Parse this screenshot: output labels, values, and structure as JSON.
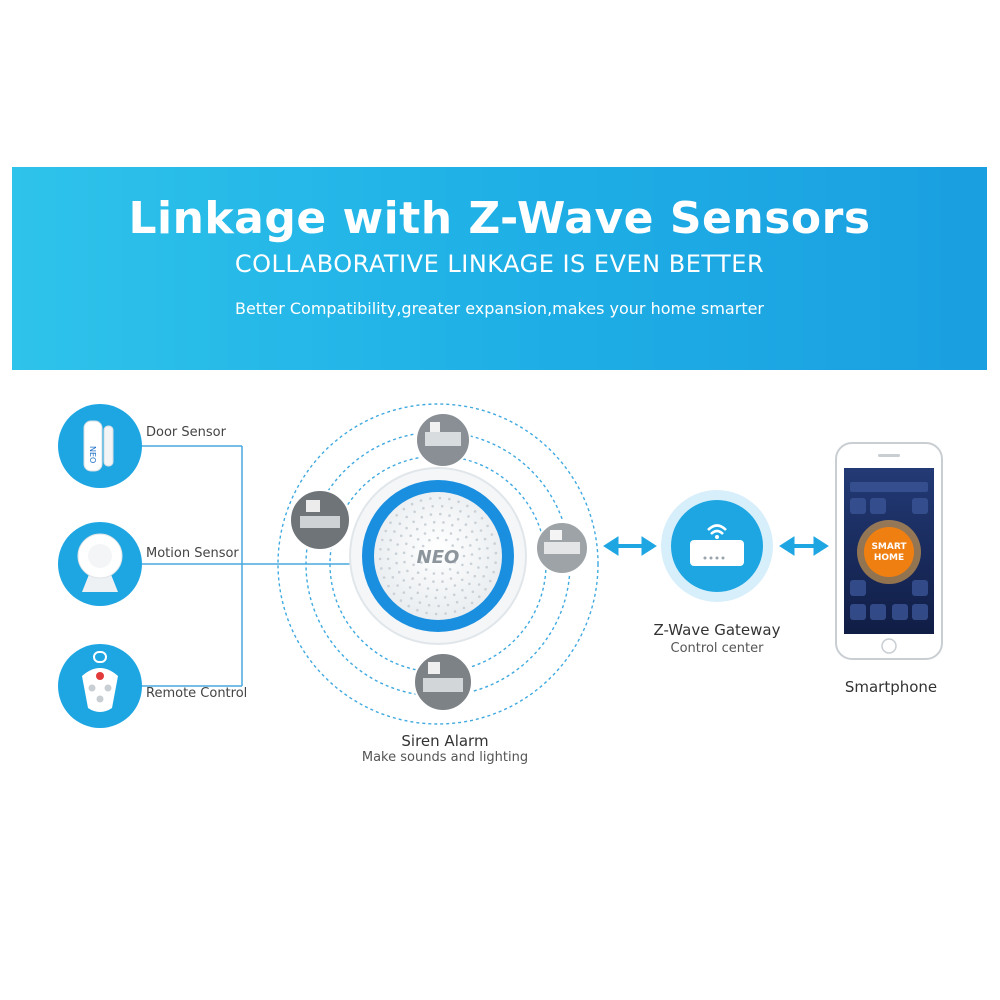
{
  "header": {
    "title": "Linkage with Z-Wave Sensors",
    "subtitle": "COLLABORATIVE LINKAGE IS EVEN BETTER",
    "tagline": "Better Compatibility,greater expansion,makes your home smarter"
  },
  "sensors": [
    {
      "label": "Door Sensor"
    },
    {
      "label": "Motion Sensor"
    },
    {
      "label": "Remote Control"
    }
  ],
  "siren": {
    "brand": "NEO",
    "name": "Siren Alarm",
    "description": "Make sounds and lighting"
  },
  "gateway": {
    "name": "Z-Wave Gateway",
    "description": "Control center"
  },
  "phone": {
    "name": "Smartphone",
    "badge_line1": "SMART",
    "badge_line2": "HOME"
  },
  "colors": {
    "banner": "#1fb0e6",
    "accent_blue": "#1ea6e3",
    "ring_blue": "#1a8fe0",
    "badge_orange": "#f07f12",
    "line_blue": "#4aa8dd"
  }
}
